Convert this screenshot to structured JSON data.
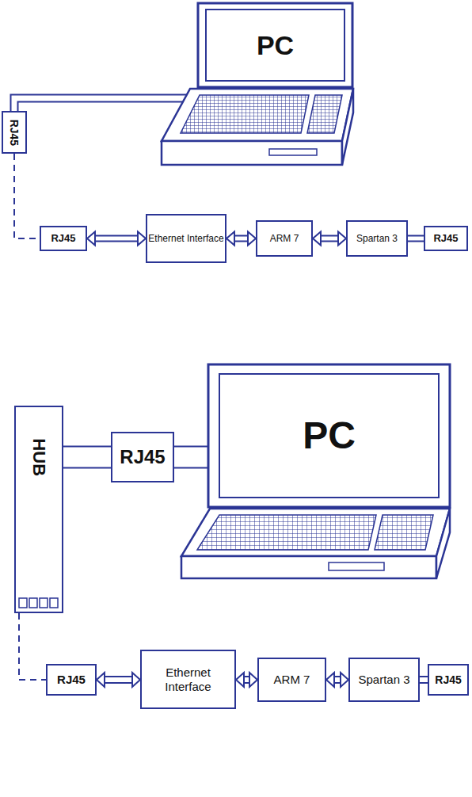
{
  "diagram": {
    "nodes": [
      {
        "text": [
          "PC"
        ]
      },
      {
        "text": [
          "RJ45"
        ]
      },
      {
        "text": [
          "RJ45"
        ]
      },
      {
        "text": [
          "Ethernet Interface"
        ]
      },
      {
        "text": [
          "ARM 7"
        ]
      },
      {
        "text": [
          "Spartan 3"
        ]
      },
      {
        "text": [
          "RJ45"
        ]
      },
      {
        "text": [
          "HUB"
        ]
      },
      {
        "text": [
          "RJ45"
        ]
      },
      {
        "text": [
          "PC"
        ]
      },
      {
        "text": [
          "RJ45"
        ]
      },
      {
        "text": [
          "Ethernet Interface"
        ]
      },
      {
        "text": [
          "ARM 7"
        ]
      },
      {
        "text": [
          "Spartan 3"
        ]
      },
      {
        "text": [
          "RJ45"
        ]
      }
    ],
    "edges": [
      {
        "from": 0,
        "to": 1,
        "arrow": "none"
      },
      {
        "from": 1,
        "to": 2,
        "arrow": "none"
      },
      {
        "from": 2,
        "to": 3,
        "arrow": "both"
      },
      {
        "from": 3,
        "to": 4,
        "arrow": "both"
      },
      {
        "from": 4,
        "to": 5,
        "arrow": "both"
      },
      {
        "from": 5,
        "to": 6,
        "arrow": "none"
      },
      {
        "from": 7,
        "to": 8,
        "arrow": "none"
      },
      {
        "from": 8,
        "to": 9,
        "arrow": "none"
      },
      {
        "from": 7,
        "to": 10,
        "arrow": "none"
      },
      {
        "from": 10,
        "to": 11,
        "arrow": "both"
      },
      {
        "from": 11,
        "to": 12,
        "arrow": "both"
      },
      {
        "from": 12,
        "to": 13,
        "arrow": "both"
      },
      {
        "from": 13,
        "to": 14,
        "arrow": "none"
      }
    ]
  }
}
